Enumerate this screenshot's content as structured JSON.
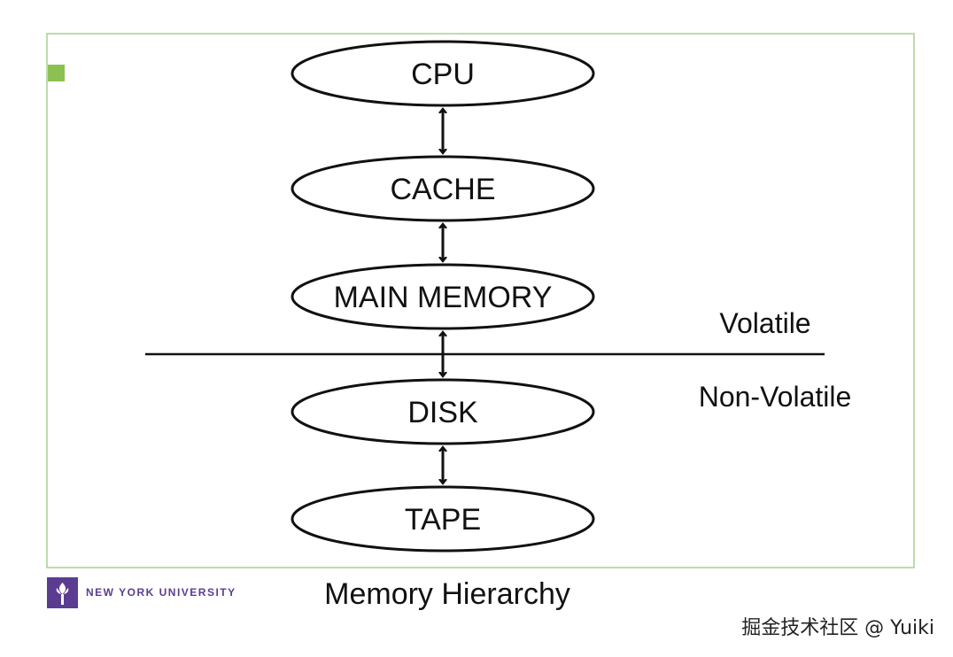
{
  "nodes": [
    {
      "id": "cpu",
      "label": "CPU"
    },
    {
      "id": "cache",
      "label": "CACHE"
    },
    {
      "id": "main-memory",
      "label": "MAIN MEMORY"
    },
    {
      "id": "disk",
      "label": "DISK"
    },
    {
      "id": "tape",
      "label": "TAPE"
    }
  ],
  "edges": [
    {
      "from": "cpu",
      "to": "cache",
      "direction": "both"
    },
    {
      "from": "cache",
      "to": "main-memory",
      "direction": "both"
    },
    {
      "from": "main-memory",
      "to": "disk",
      "direction": "both"
    },
    {
      "from": "disk",
      "to": "tape",
      "direction": "both"
    }
  ],
  "divider": {
    "above_label": "Volatile",
    "below_label": "Non-Volatile"
  },
  "slide": {
    "frame_color": "#a8d08d",
    "bullet_color": "#8cc152",
    "caption": "Memory Hierarchy",
    "logo": {
      "text": "NEW YORK UNIVERSITY",
      "color": "#5a3d91",
      "icon": "nyu-torch-icon"
    }
  },
  "watermark": "掘金技术社区 @ Yuiki"
}
